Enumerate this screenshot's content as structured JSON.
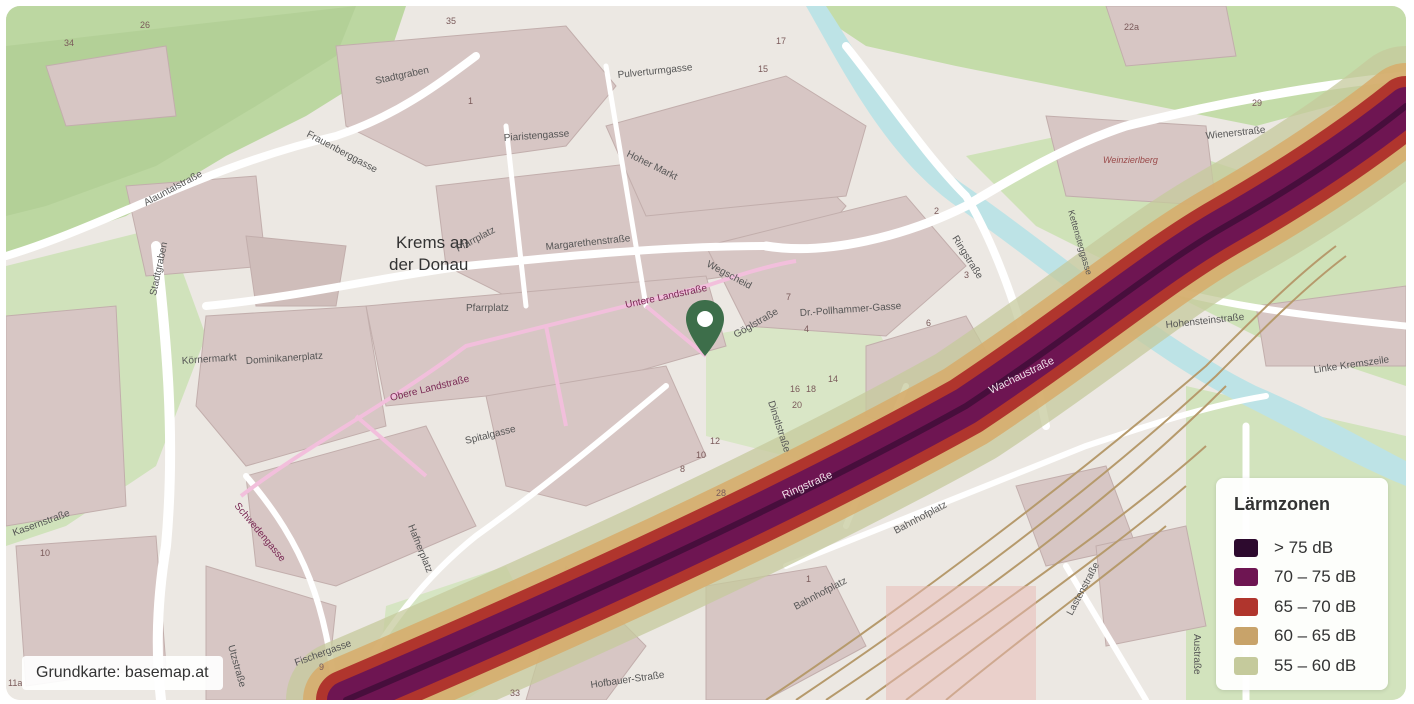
{
  "map": {
    "place_label": [
      "Krems an",
      "der Donau"
    ],
    "attribution": "Grundkarte: basemap.at",
    "street_labels": [
      "Pfarrplatz",
      "Pfarrplatz",
      "Margarethenstraße",
      "Untere Landstraße",
      "Obere Landstraße",
      "Ringstraße",
      "Wachaustraße",
      "Wienerstraße",
      "Ringstraße",
      "Dominikanerplatz",
      "Körnermarkt",
      "Stadtgraben",
      "Schwedengasse",
      "Spitalgasse",
      "Hohensteinstraße",
      "Linke Kremszeile",
      "Bahnhofplatz",
      "Bahnhofplatz",
      "Fischergasse",
      "Hafnerplatz",
      "Kasernstraße",
      "Lastenstraße",
      "Austraße",
      "Alauntalstraße",
      "Frauenberggasse",
      "Piaristengasse",
      "Wegscheid",
      "Hoher Markt",
      "Pulverturmgasse",
      "Stadtgraben",
      "Göglstraße",
      "Dr.-Pollhammer-Gasse",
      "Dinstlstraße",
      "Utzstraße",
      "Hofbauer-Straße",
      "Weinzierlberg",
      "Kettensteggasse"
    ],
    "house_numbers": [
      "26",
      "34",
      "35",
      "22a",
      "1",
      "15",
      "17",
      "29",
      "12",
      "10",
      "7",
      "8",
      "16",
      "18",
      "14",
      "20",
      "28",
      "33",
      "3",
      "2",
      "4",
      "1",
      "6",
      "9",
      "10",
      "11a"
    ]
  },
  "legend": {
    "title": "Lärmzonen",
    "items": [
      {
        "label": "> 75 dB",
        "color": "#2d0a2e"
      },
      {
        "label": "70 – 75 dB",
        "color": "#6e1552"
      },
      {
        "label": "65 – 70 dB",
        "color": "#b0352d"
      },
      {
        "label": "60 – 65 dB",
        "color": "#c8a36a"
      },
      {
        "label": "55 – 60 dB",
        "color": "#c5ca9c"
      }
    ]
  },
  "colors": {
    "marker": "#3d6e4a",
    "building": "#d7c7c5",
    "green": "#c9dfb0",
    "road": "#ffffff",
    "pedestrian": "#f3c1dd",
    "rail": "#b3976a"
  },
  "icons": {
    "marker": "map-pin-icon"
  }
}
